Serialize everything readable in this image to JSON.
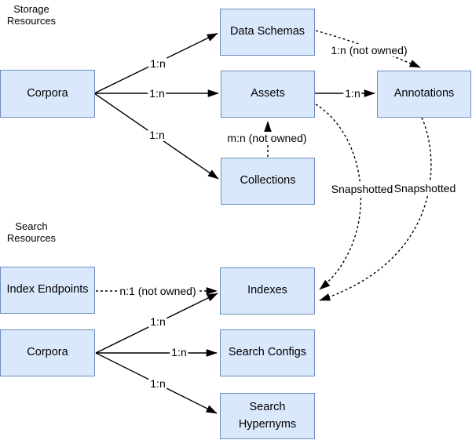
{
  "diagram": {
    "colors": {
      "background": "#ffffff",
      "node_fill": "#dae8fc",
      "node_stroke": "#6c8ebf",
      "edge_color": "#000000",
      "text_color": "#000000",
      "label_background": "#ffffff"
    },
    "sections": {
      "storage": {
        "label": "Storage\nResources"
      },
      "search": {
        "label": "Search\nResources"
      }
    },
    "nodes": {
      "storage_corpora": {
        "label": "Corpora"
      },
      "data_schemas": {
        "label": "Data Schemas"
      },
      "assets": {
        "label": "Assets"
      },
      "annotations": {
        "label": "Annotations"
      },
      "collections": {
        "label": "Collections"
      },
      "index_endpoints": {
        "label": "Index Endpoints"
      },
      "search_corpora": {
        "label": "Corpora"
      },
      "indexes": {
        "label": "Indexes"
      },
      "search_configs": {
        "label": "Search Configs"
      },
      "search_hypernyms": {
        "label": "Search\nHypernyms"
      }
    },
    "edges": [
      {
        "from": "Corpora (storage)",
        "to": "Data Schemas",
        "label": "1:n",
        "style": "solid"
      },
      {
        "from": "Corpora (storage)",
        "to": "Assets",
        "label": "1:n",
        "style": "solid"
      },
      {
        "from": "Corpora (storage)",
        "to": "Collections",
        "label": "1:n",
        "style": "solid"
      },
      {
        "from": "Assets",
        "to": "Annotations",
        "label": "1:n",
        "style": "solid"
      },
      {
        "from": "Data Schemas",
        "to": "Annotations",
        "label": "1:n (not owned)",
        "style": "dashed"
      },
      {
        "from": "Collections",
        "to": "Assets",
        "label": "m:n (not owned)",
        "style": "dashed"
      },
      {
        "from": "Index Endpoints",
        "to": "Indexes",
        "label": "n:1 (not owned)",
        "style": "dashed"
      },
      {
        "from": "Corpora (search)",
        "to": "Indexes",
        "label": "1:n",
        "style": "solid"
      },
      {
        "from": "Corpora (search)",
        "to": "Search Configs",
        "label": "1:n",
        "style": "solid"
      },
      {
        "from": "Corpora (search)",
        "to": "Search Hypernyms",
        "label": "1:n",
        "style": "solid"
      },
      {
        "from": "Assets",
        "to": "Indexes",
        "label": "Snapshotted",
        "style": "dashed"
      },
      {
        "from": "Annotations",
        "to": "Indexes",
        "label": "Snapshotted",
        "style": "dashed"
      }
    ]
  }
}
